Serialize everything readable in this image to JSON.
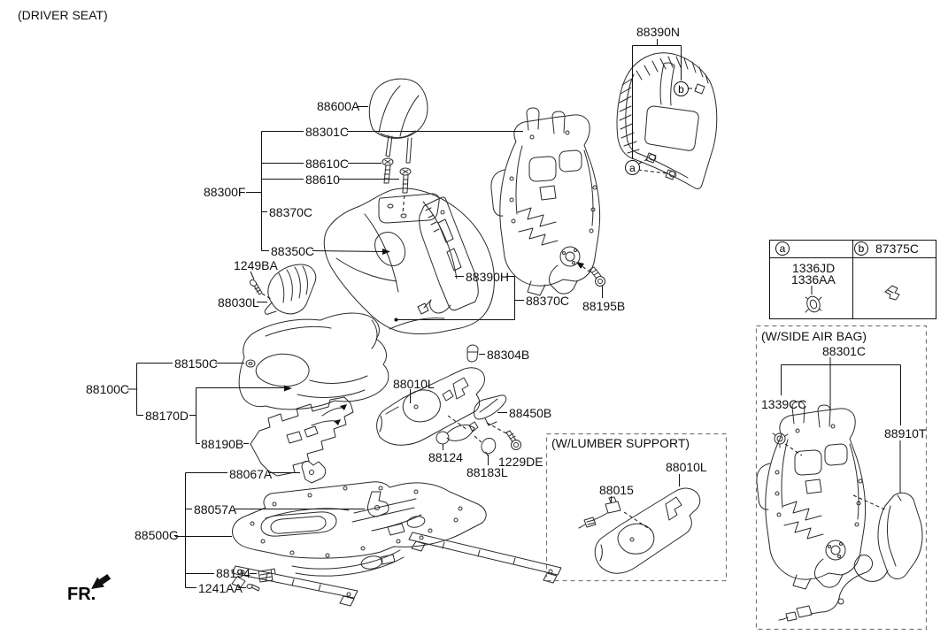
{
  "page": {
    "title": "(DRIVER SEAT)",
    "direction": "FR."
  },
  "colors": {
    "line": "#2b2b2b",
    "leader": "#000000",
    "background": "#ffffff",
    "dash_box": "#888888"
  },
  "callouts": {
    "c88600A": "88600A",
    "c88301C": "88301C",
    "c88610C": "88610C",
    "c88610": "88610",
    "c88300F": "88300F",
    "c88370C_a": "88370C",
    "c88350C": "88350C",
    "c1249BA": "1249BA",
    "c88030L": "88030L",
    "c88390H": "88390H",
    "c88370C_b": "88370C",
    "c88195B": "88195B",
    "c88390N": "88390N",
    "c88304B": "88304B",
    "c88010L": "88010L",
    "c88450B": "88450B",
    "c88124": "88124",
    "c1229DE": "1229DE",
    "c88183L": "88183L",
    "c88150C": "88150C",
    "c88100C": "88100C",
    "c88170D": "88170D",
    "c88190B": "88190B",
    "c88067A": "88067A",
    "c88057A": "88057A",
    "c88500G": "88500G",
    "c88194": "88194",
    "c1241AA": "1241AA"
  },
  "markers": {
    "a": "a",
    "b": "b"
  },
  "legend": {
    "b_part": "87375C",
    "a_parts": [
      "1336JD",
      "1336AA"
    ]
  },
  "lumber_box": {
    "title": "(W/LUMBER SUPPORT)",
    "c88015": "88015",
    "c88010L": "88010L"
  },
  "airbag_box": {
    "title": "(W/SIDE AIR BAG)",
    "c88301C": "88301C",
    "c1339CC": "1339CC",
    "c88910T": "88910T"
  }
}
